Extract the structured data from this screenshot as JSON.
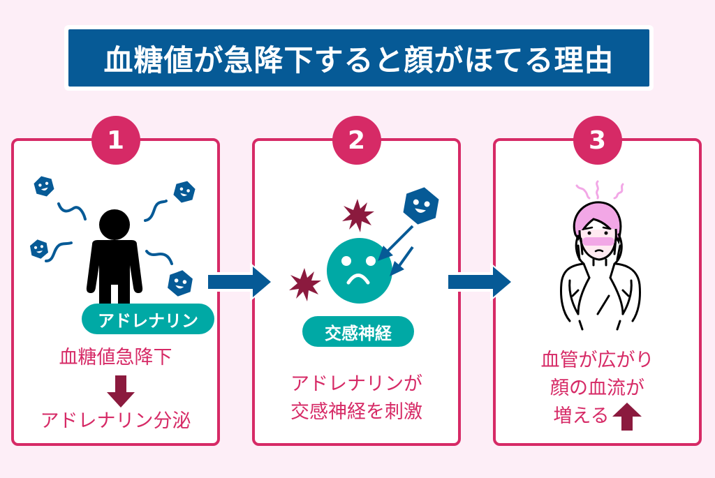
{
  "title": "血糖値が急降下すると顔がほてる理由",
  "colors": {
    "background": "#FDEEF7",
    "title_bg": "#065A96",
    "accent": "#D62A66",
    "teal": "#00A9A5",
    "navy": "#065A96",
    "maroon": "#8B1A3E",
    "hair_pink": "#F2A7E6"
  },
  "steps": [
    {
      "number": "1",
      "icon": "person-with-adrenaline-molecules-illustration",
      "label": "アドレナリン",
      "lines": [
        "血糖値急降下",
        "アドレナリン分泌"
      ],
      "between_icon": "down-arrow-icon"
    },
    {
      "number": "2",
      "icon": "sympathetic-nerve-stimulated-illustration",
      "label": "交感神経",
      "lines": [
        "アドレナリンが",
        "交感神経を刺激"
      ]
    },
    {
      "number": "3",
      "icon": "flushed-woman-illustration",
      "lines": [
        "血管が広がり",
        "顔の血流が",
        "増える"
      ],
      "trailing_icon": "up-arrow-icon"
    }
  ],
  "flow_arrow_icon": "right-arrow-icon"
}
